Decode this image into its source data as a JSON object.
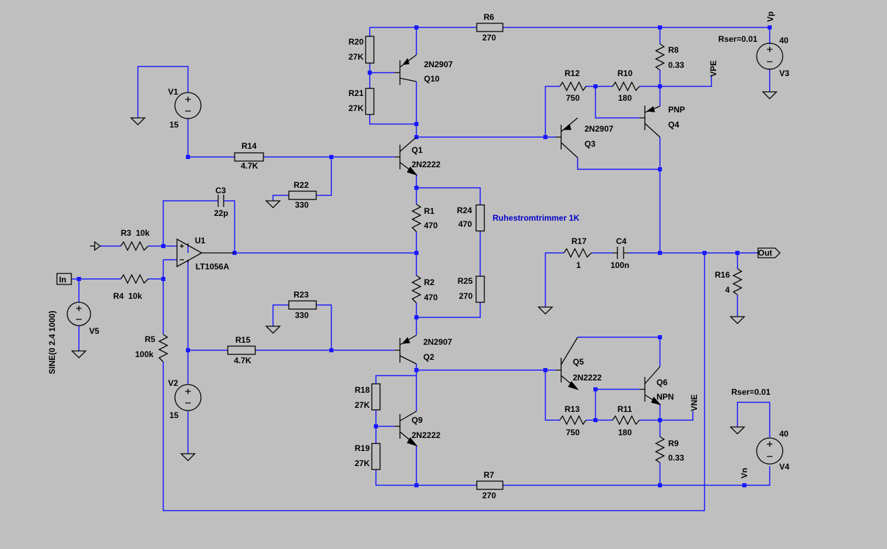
{
  "components": {
    "R1": {
      "ref": "R1",
      "value": "470"
    },
    "R2": {
      "ref": "R2",
      "value": "470"
    },
    "R3": {
      "ref": "R3",
      "value": "10k"
    },
    "R4": {
      "ref": "R4",
      "value": "10k"
    },
    "R5": {
      "ref": "R5",
      "value": "100k"
    },
    "R6": {
      "ref": "R6",
      "value": "270"
    },
    "R7": {
      "ref": "R7",
      "value": "270"
    },
    "R8": {
      "ref": "R8",
      "value": "0.33"
    },
    "R9": {
      "ref": "R9",
      "value": "0.33"
    },
    "R10": {
      "ref": "R10",
      "value": "180"
    },
    "R11": {
      "ref": "R11",
      "value": "180"
    },
    "R12": {
      "ref": "R12",
      "value": "750"
    },
    "R13": {
      "ref": "R13",
      "value": "750"
    },
    "R14": {
      "ref": "R14",
      "value": "4.7K"
    },
    "R15": {
      "ref": "R15",
      "value": "4.7K"
    },
    "R16": {
      "ref": "R16",
      "value": "4"
    },
    "R17": {
      "ref": "R17",
      "value": "1"
    },
    "R18": {
      "ref": "R18",
      "value": "27K"
    },
    "R19": {
      "ref": "R19",
      "value": "27K"
    },
    "R20": {
      "ref": "R20",
      "value": "27K"
    },
    "R21": {
      "ref": "R21",
      "value": "27K"
    },
    "R22": {
      "ref": "R22",
      "value": "330"
    },
    "R23": {
      "ref": "R23",
      "value": "330"
    },
    "R24": {
      "ref": "R24",
      "value": "470"
    },
    "R25": {
      "ref": "R25",
      "value": "270"
    },
    "C3": {
      "ref": "C3",
      "value": "22p"
    },
    "C4": {
      "ref": "C4",
      "value": "100n"
    },
    "Q1": {
      "ref": "Q1",
      "model": "2N2222"
    },
    "Q2": {
      "ref": "Q2",
      "model": "2N2907"
    },
    "Q3": {
      "ref": "Q3",
      "model": "2N2907"
    },
    "Q4": {
      "ref": "Q4",
      "model": "PNP"
    },
    "Q5": {
      "ref": "Q5",
      "model": "2N2222"
    },
    "Q6": {
      "ref": "Q6",
      "model": "NPN"
    },
    "Q9": {
      "ref": "Q9",
      "model": "2N2222"
    },
    "Q10": {
      "ref": "Q10",
      "model": "2N2907"
    },
    "U1": {
      "ref": "U1",
      "model": "LT1056A"
    },
    "V1": {
      "ref": "V1",
      "value": "15"
    },
    "V2": {
      "ref": "V2",
      "value": "15"
    },
    "V3": {
      "ref": "V3",
      "value": "40",
      "rser": "Rser=0.01"
    },
    "V4": {
      "ref": "V4",
      "value": "40",
      "rser": "Rser=0.01"
    },
    "V5": {
      "ref": "V5",
      "value": "SINE(0 2.4 1000)"
    }
  },
  "nets": {
    "in": "In",
    "out": "Out",
    "vp": "Vp",
    "vn": "Vn",
    "vpe": "VPE",
    "vne": "VNE"
  },
  "annotation": "Ruhestromtrimmer 1K",
  "colors": {
    "background": "#bfbfbf",
    "wire": "#1a1aff",
    "component": "#000000",
    "annotation": "#0000c8"
  }
}
